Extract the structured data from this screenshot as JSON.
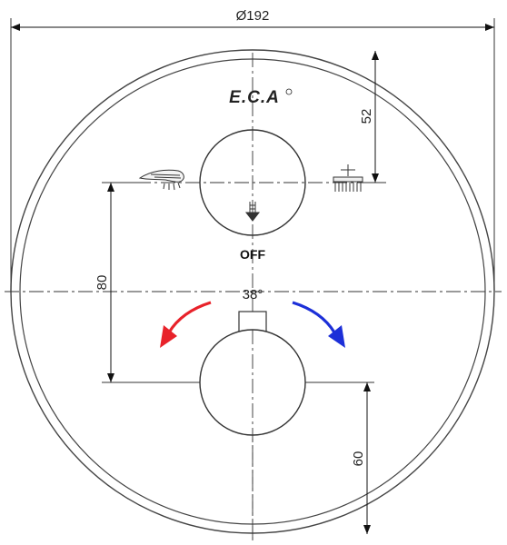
{
  "dimensions": {
    "overall_diameter": "Ø192",
    "logo_offset": "52",
    "knob_spacing": "80",
    "lower_offset": "60",
    "rotation_angle": "38°"
  },
  "labels": {
    "brand": "E.C.A",
    "off": "OFF"
  },
  "icons": {
    "hand_shower": "hand-shower-icon",
    "head_shower": "head-shower-icon",
    "off_arrow": "down-arrow-icon",
    "hot_arrow": "hot-rotation-arrow-icon",
    "cold_arrow": "cold-rotation-arrow-icon"
  },
  "colors": {
    "hot": "#e8222a",
    "cold": "#1c2fd8",
    "line": "#333333"
  }
}
